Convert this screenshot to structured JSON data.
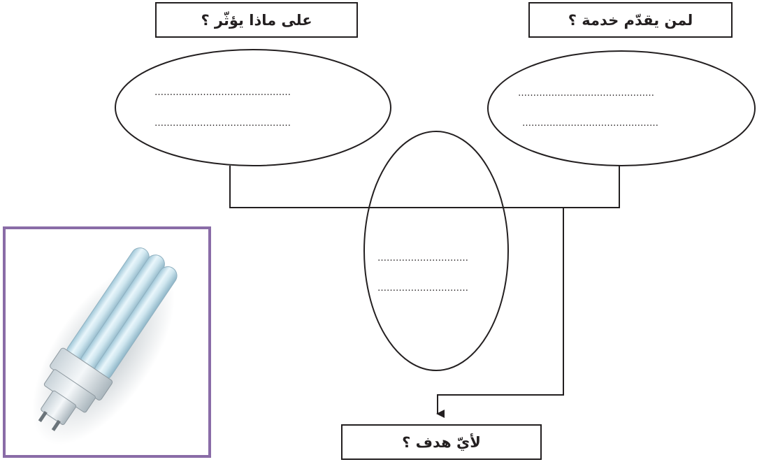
{
  "questions": {
    "influence": "على ماذا يؤثّر ؟",
    "service": "لمن يقدّم خدمة ؟",
    "purpose": "لأيّ هدف ؟"
  },
  "blank_line": "………………………………………",
  "blank_line_short": "…………………………",
  "image": {
    "subject": "compact-fluorescent-lamp"
  },
  "colors": {
    "ink": "#231f20",
    "frame": "#8a6ca7"
  }
}
